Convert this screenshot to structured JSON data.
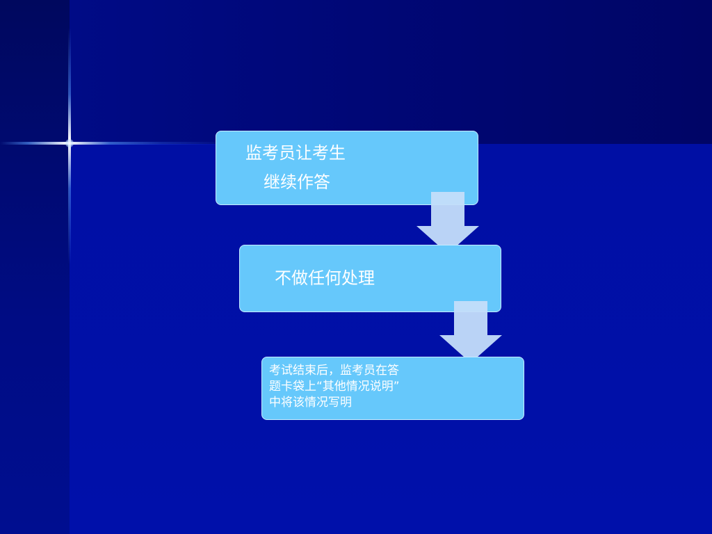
{
  "flowchart": {
    "steps": [
      {
        "lines": [
          "监考员让考生",
          "继续作答"
        ]
      },
      {
        "lines": [
          "不做任何处理"
        ]
      },
      {
        "lines": [
          "考试结束后，监考员在答",
          "题卡袋上“其他情况说明”",
          "中将该情况写明"
        ]
      }
    ]
  },
  "colors": {
    "box_fill": "#66c8fb",
    "box_border": "#c9ecff",
    "arrow_fill": "#c4defa",
    "text": "#ffffff",
    "background": "#0010aa"
  }
}
